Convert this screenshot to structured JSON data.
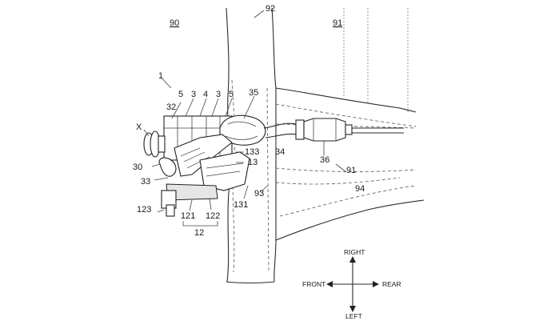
{
  "labels": {
    "region_90": "90",
    "region_91": "91",
    "body_92": "92",
    "ref_1": "1",
    "ref_x": "X",
    "ref_5a": "5",
    "ref_3a": "3",
    "ref_4": "4",
    "ref_3b": "3",
    "ref_5b": "5",
    "ref_35": "35",
    "ref_32": "32",
    "ref_133": "133",
    "ref_13": "13",
    "ref_34": "34",
    "ref_36": "36",
    "ref_30": "30",
    "ref_33": "33",
    "ref_91b": "91",
    "ref_93": "93",
    "ref_94": "94",
    "ref_131": "131",
    "ref_123": "123",
    "ref_121": "121",
    "ref_122": "122",
    "ref_12": "12"
  },
  "directions": {
    "right": "RIGHT",
    "left": "LEFT",
    "front": "FRONT",
    "rear": "REAR"
  }
}
